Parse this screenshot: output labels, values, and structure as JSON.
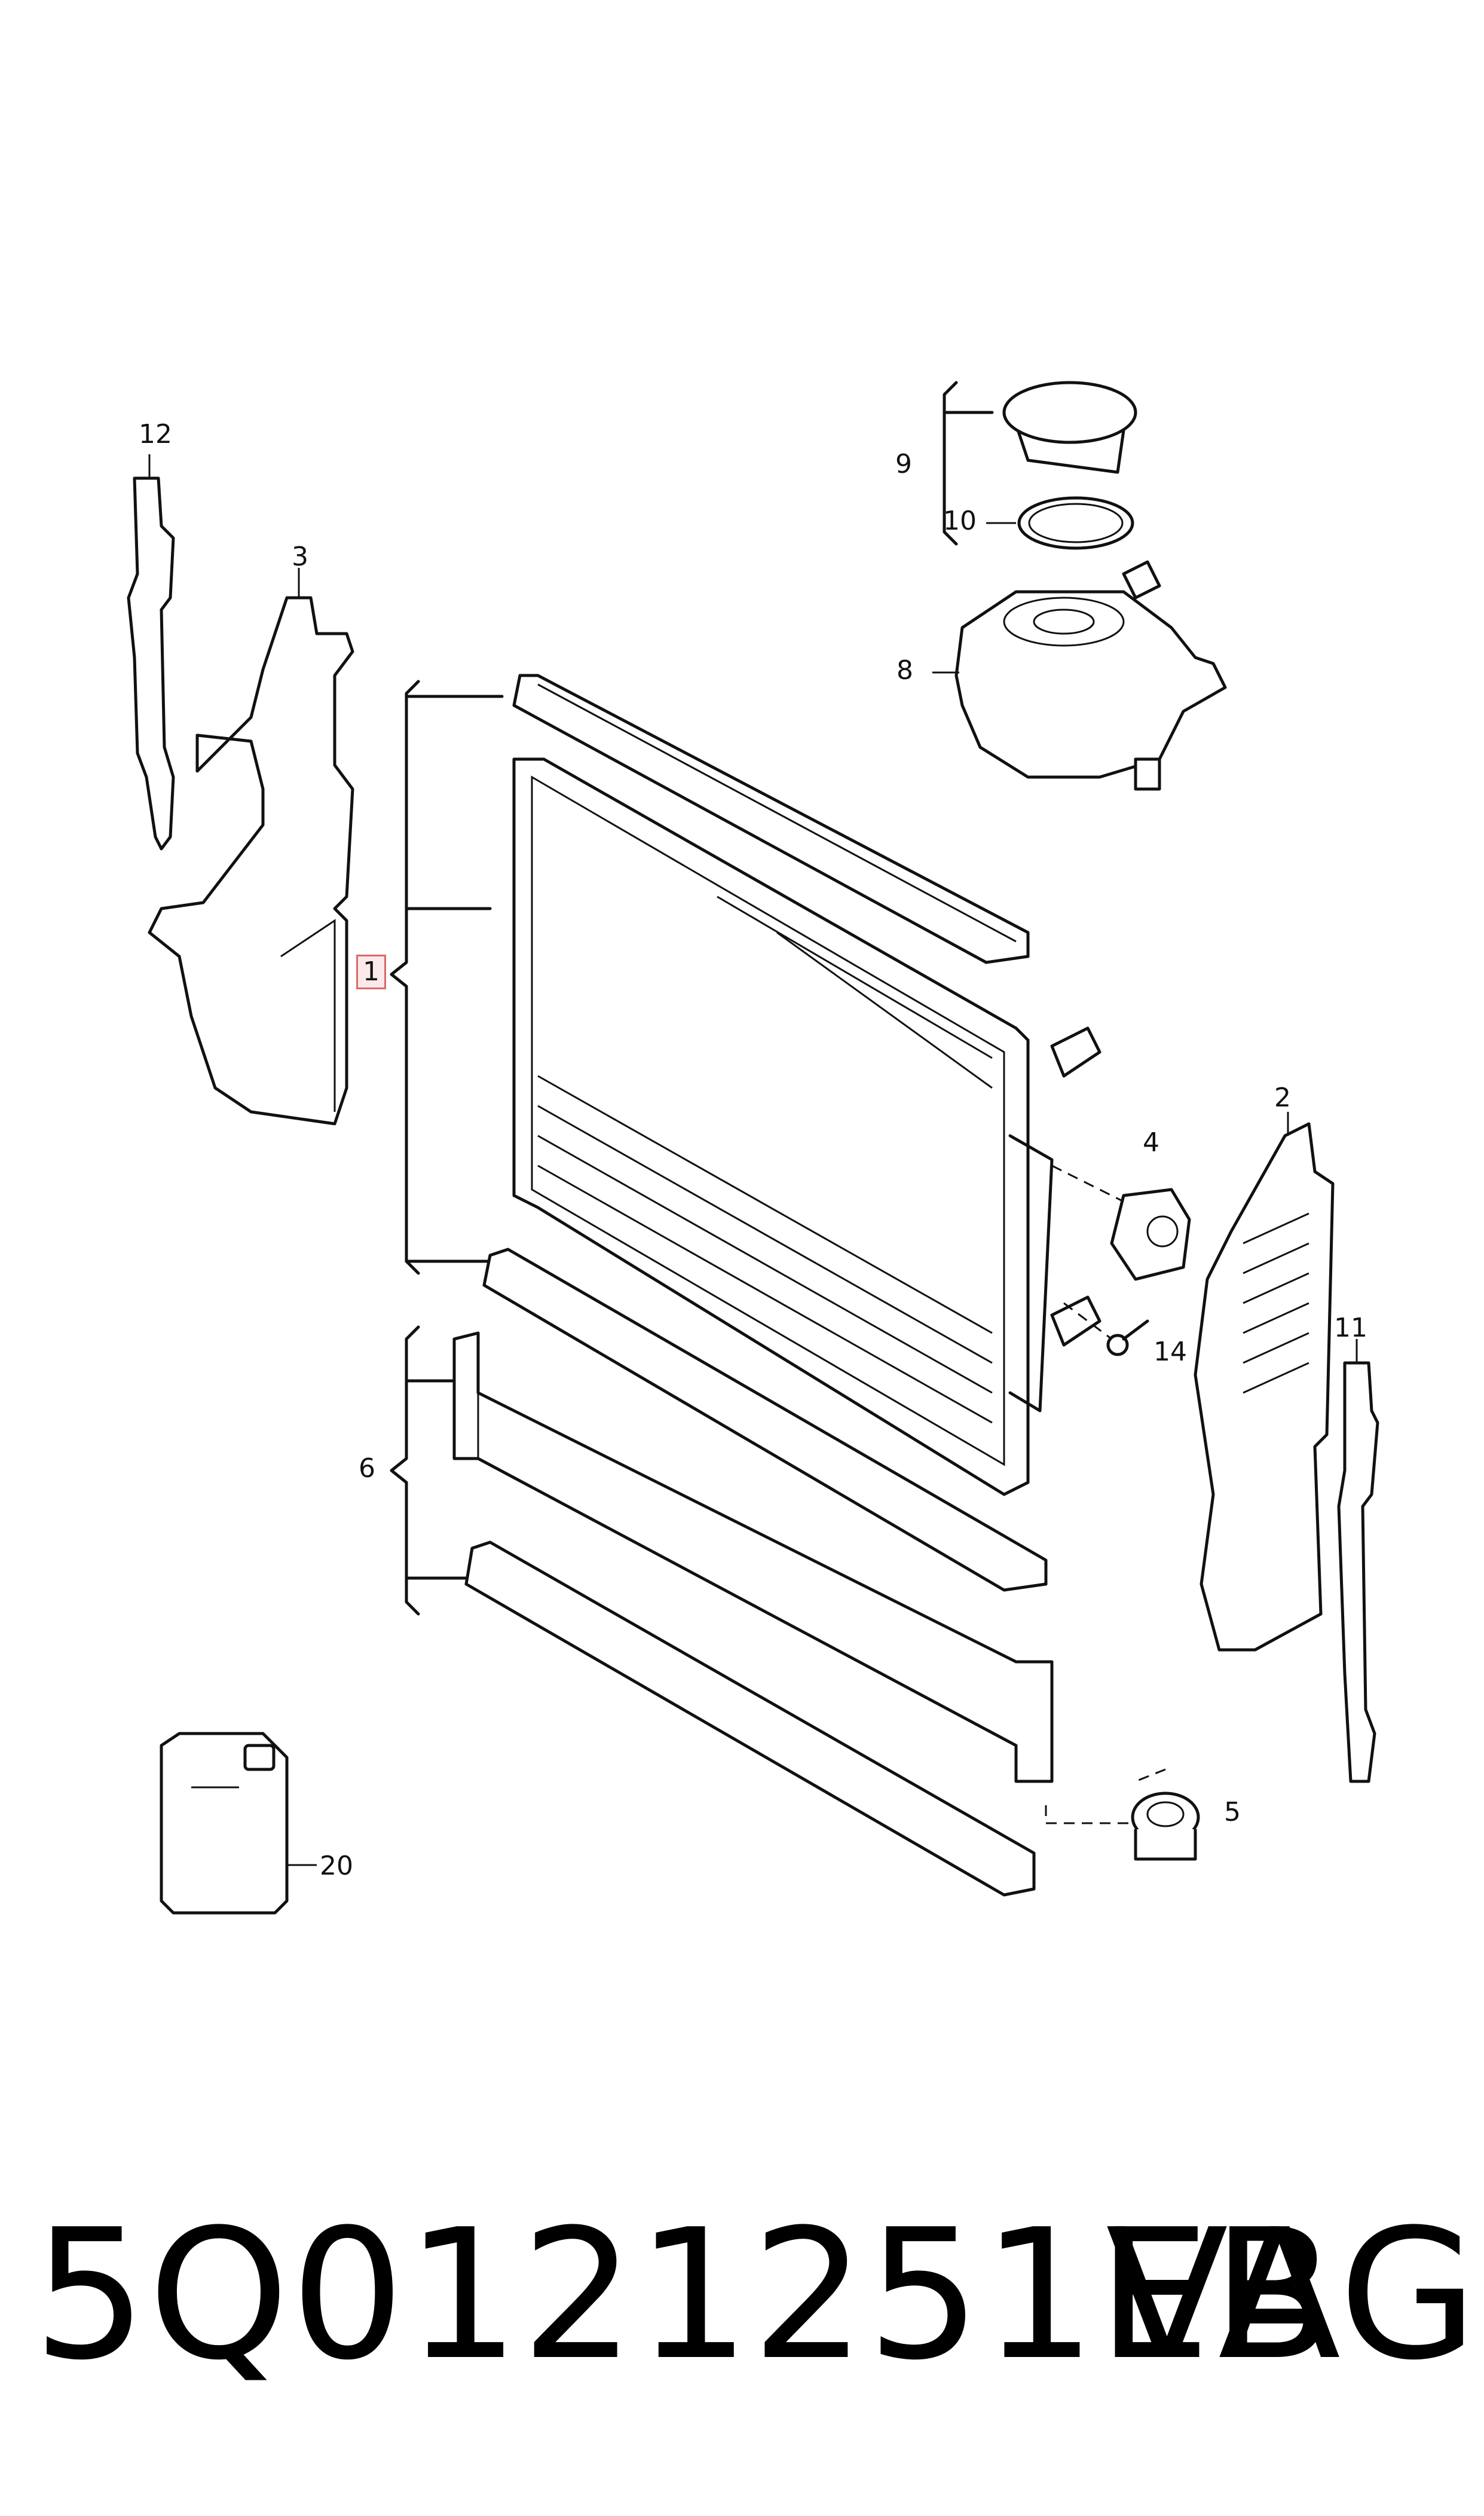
{
  "callouts": {
    "c1": "1",
    "c2": "2",
    "c3": "3",
    "c4": "4",
    "c5": "5",
    "c6": "6",
    "c8": "8",
    "c9": "9",
    "c10": "10",
    "c11": "11",
    "c12": "12",
    "c14": "14",
    "c20": "20"
  },
  "footer": {
    "part_number": "5Q0121251EB",
    "brand": "VAG"
  }
}
